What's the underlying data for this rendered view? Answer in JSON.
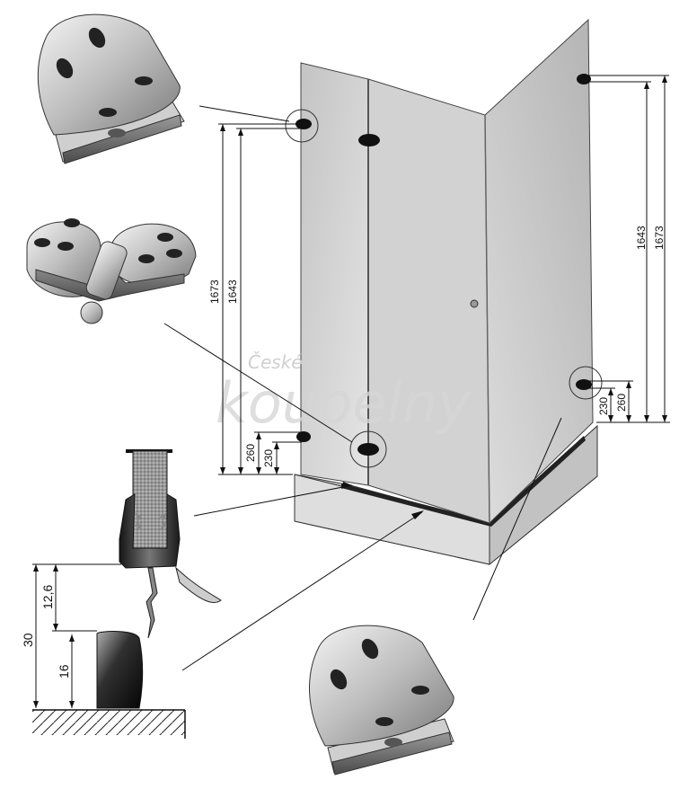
{
  "watermark": {
    "line1": "České",
    "line2": "koupelny"
  },
  "dimensions": {
    "left_outer_height": "1673",
    "left_inner_height": "1643",
    "left_hinge_260": "260",
    "left_hinge_230": "230",
    "right_outer_height": "1673",
    "right_inner_height": "1643",
    "right_hinge_230": "230",
    "right_hinge_260": "260"
  },
  "seal_detail": {
    "total_height": "30",
    "lip_height": "12,6",
    "base_height": "16"
  },
  "colors": {
    "glass": "#cfcfcf",
    "glass_dark": "#b9b9b9",
    "tray": "#d8d8d8",
    "outline": "#222222"
  }
}
